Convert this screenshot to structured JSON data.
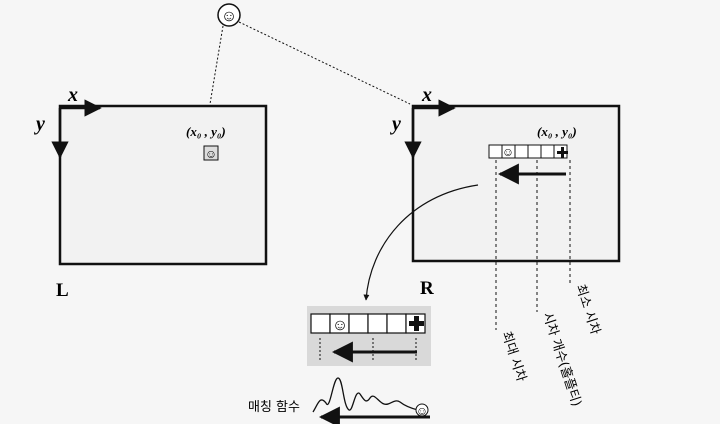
{
  "face_glyph": "☺",
  "left_image": {
    "axis_x": "x",
    "axis_y": "y",
    "point_label": "(x₀ , y₀)",
    "panel_label": "L"
  },
  "right_image": {
    "axis_x": "x",
    "axis_y": "y",
    "point_label": "(x₀ , y₀)",
    "panel_label": "R"
  },
  "annotations": {
    "min_disparity": "최소 시차",
    "num_disparities": "시차 개수(홀플티)",
    "max_disparity": "최대 시차",
    "matching_function": "매칭 함수"
  },
  "colors": {
    "background": "#f6f6f6",
    "ink": "#111111",
    "zoom_fill": "#d9d9d9"
  }
}
